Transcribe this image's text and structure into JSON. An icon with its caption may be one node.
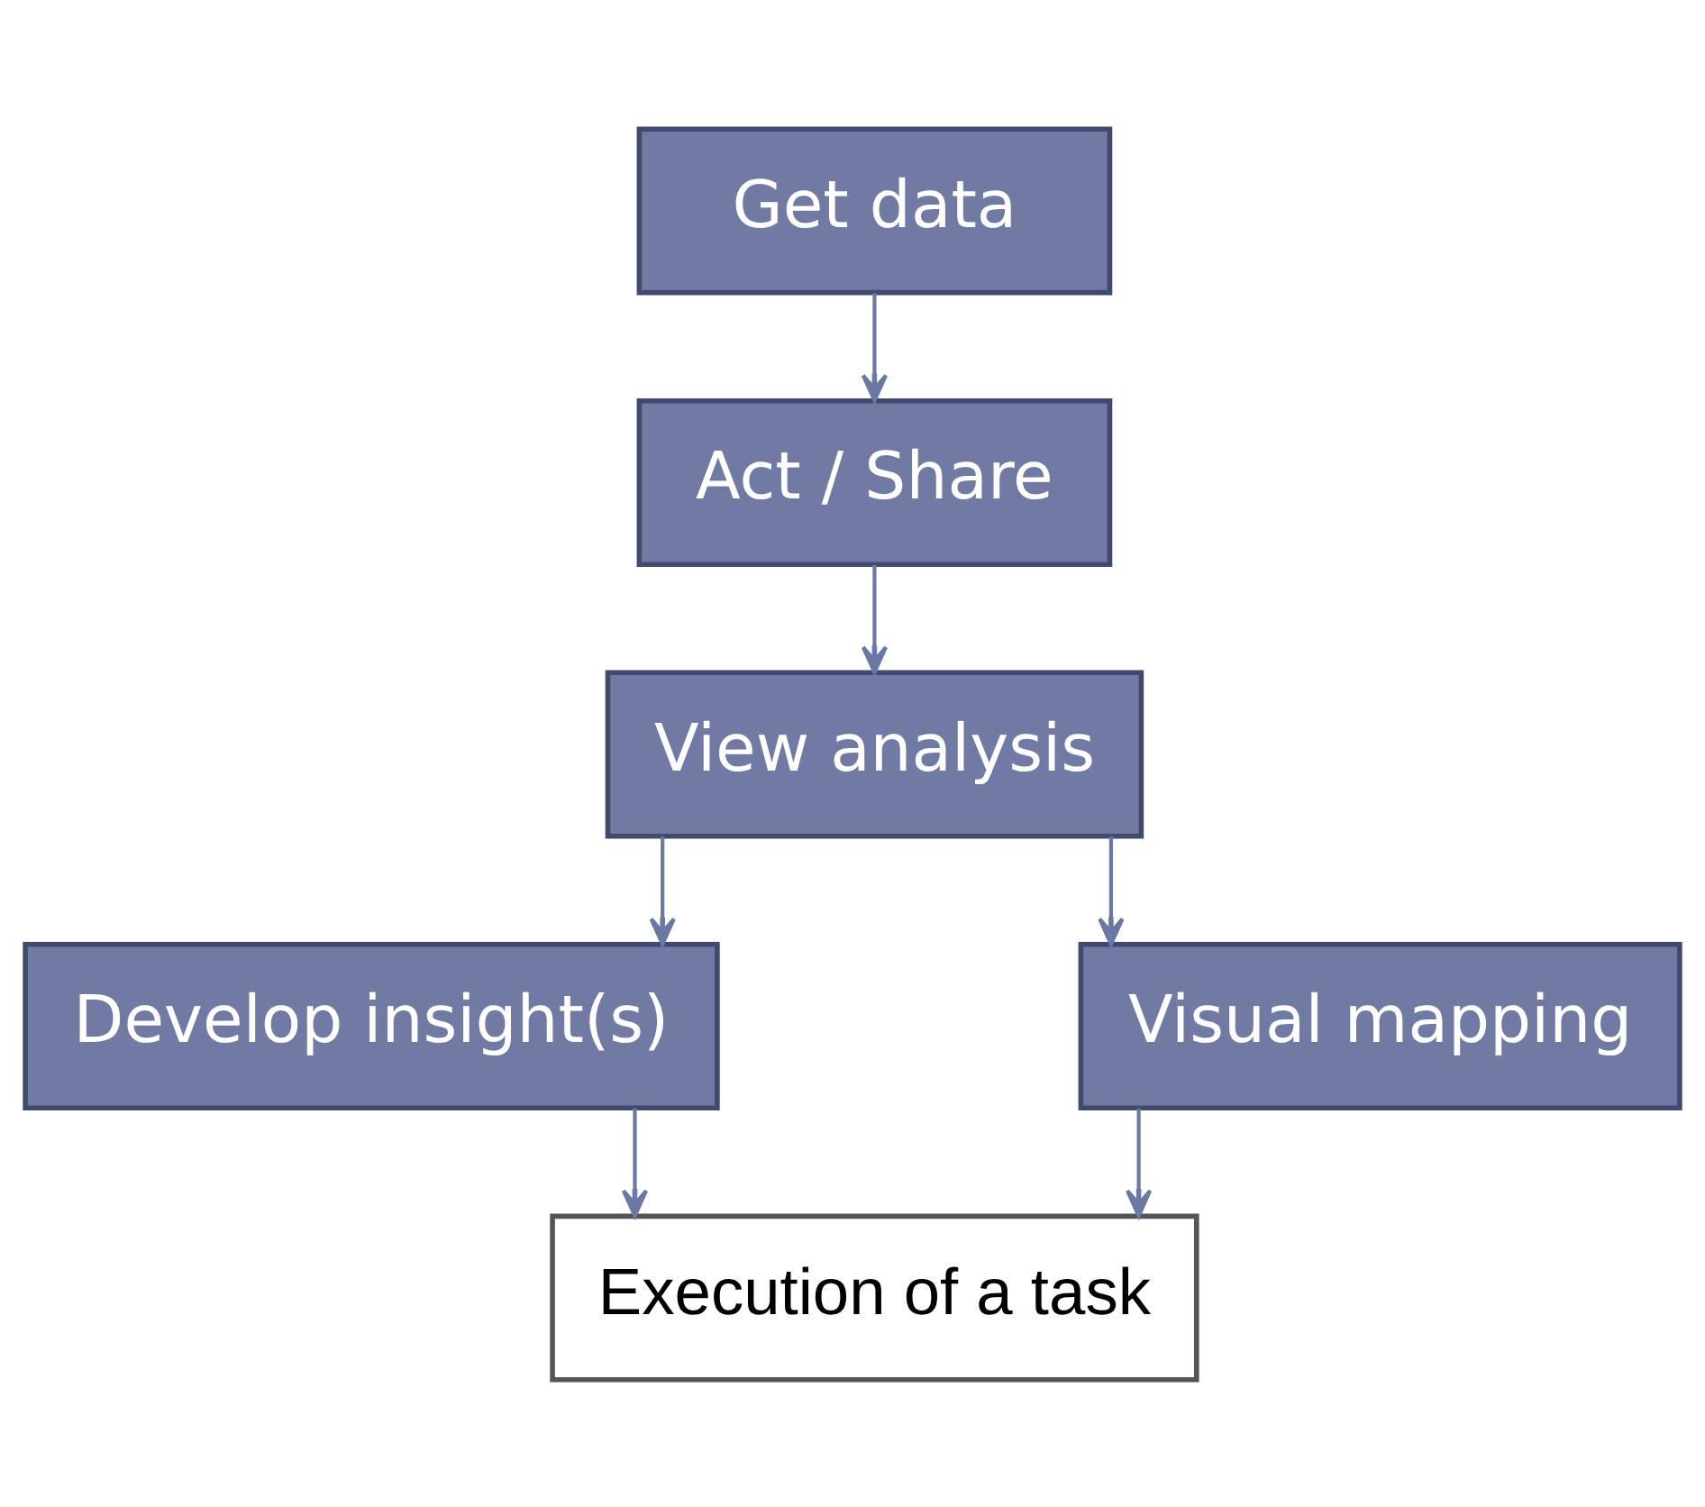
{
  "diagram": {
    "nodes": [
      {
        "text": [
          "Get data"
        ]
      },
      {
        "text": [
          "Act / Share"
        ]
      },
      {
        "text": [
          "View analysis"
        ]
      },
      {
        "text": [
          "Develop insight(s)"
        ]
      },
      {
        "text": [
          "Visual mapping"
        ]
      },
      {
        "text": [
          "Execution of a task"
        ]
      }
    ],
    "edges": [
      {
        "from": 0,
        "to": 1,
        "arrow": "to"
      },
      {
        "from": 1,
        "to": 2,
        "arrow": "to"
      },
      {
        "from": 2,
        "to": 3,
        "arrow": "to"
      },
      {
        "from": 2,
        "to": 4,
        "arrow": "to"
      },
      {
        "from": 3,
        "to": 5,
        "arrow": "to"
      },
      {
        "from": 4,
        "to": 5,
        "arrow": "to"
      }
    ]
  }
}
